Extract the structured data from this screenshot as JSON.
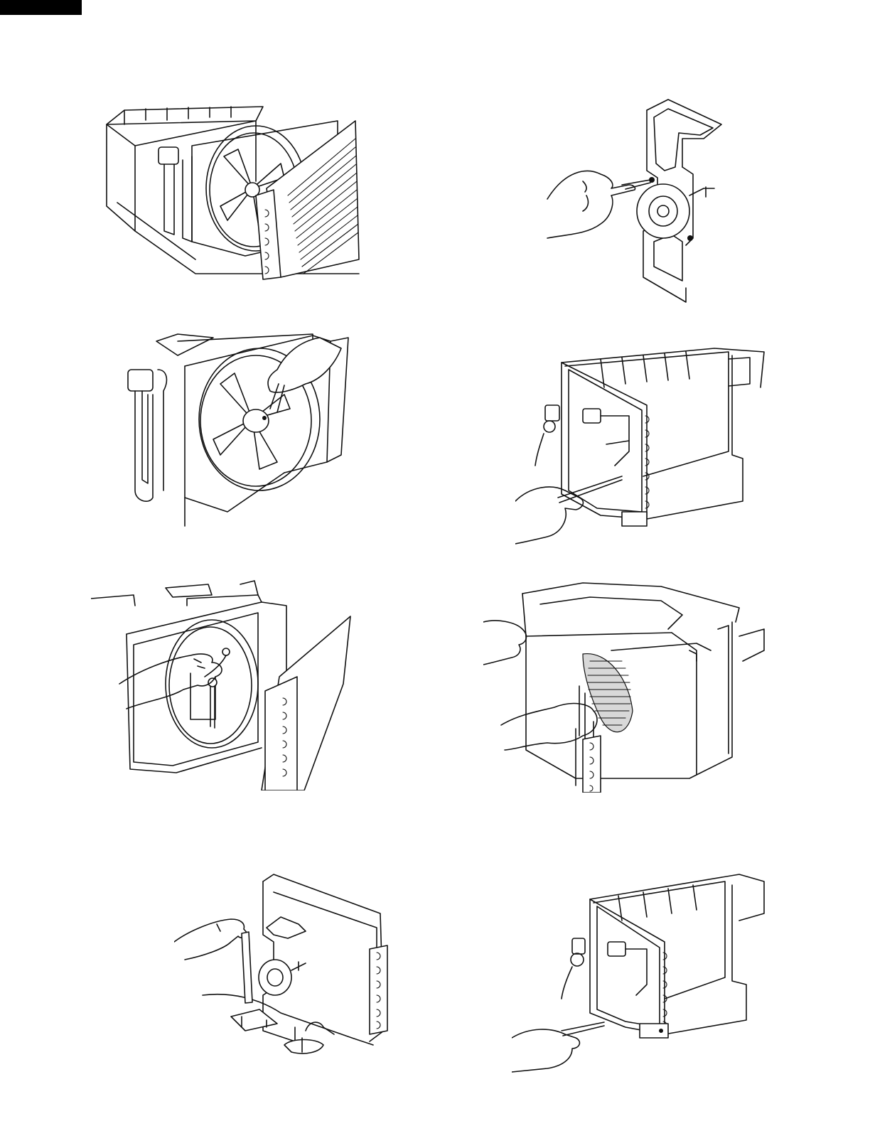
{
  "header": {
    "tab_color": "#000000"
  },
  "figures": [
    {
      "id": "fig-1",
      "icon": "air-conditioner-chassis-with-fan-and-condenser-icon"
    },
    {
      "id": "fig-2",
      "icon": "fan-motor-bracket-with-screwdriver-icon"
    },
    {
      "id": "fig-3",
      "icon": "hand-removing-fan-blade-icon"
    },
    {
      "id": "fig-4",
      "icon": "chassis-rear-screwdriver-removal-icon"
    },
    {
      "id": "fig-5",
      "icon": "hand-reaching-fan-shroud-icon"
    },
    {
      "id": "fig-6",
      "icon": "hands-lifting-condenser-coil-icon"
    },
    {
      "id": "fig-7",
      "icon": "motor-mount-screwdriver-base-pan-icon"
    },
    {
      "id": "fig-8",
      "icon": "chassis-screwdriver-base-screw-icon"
    }
  ]
}
